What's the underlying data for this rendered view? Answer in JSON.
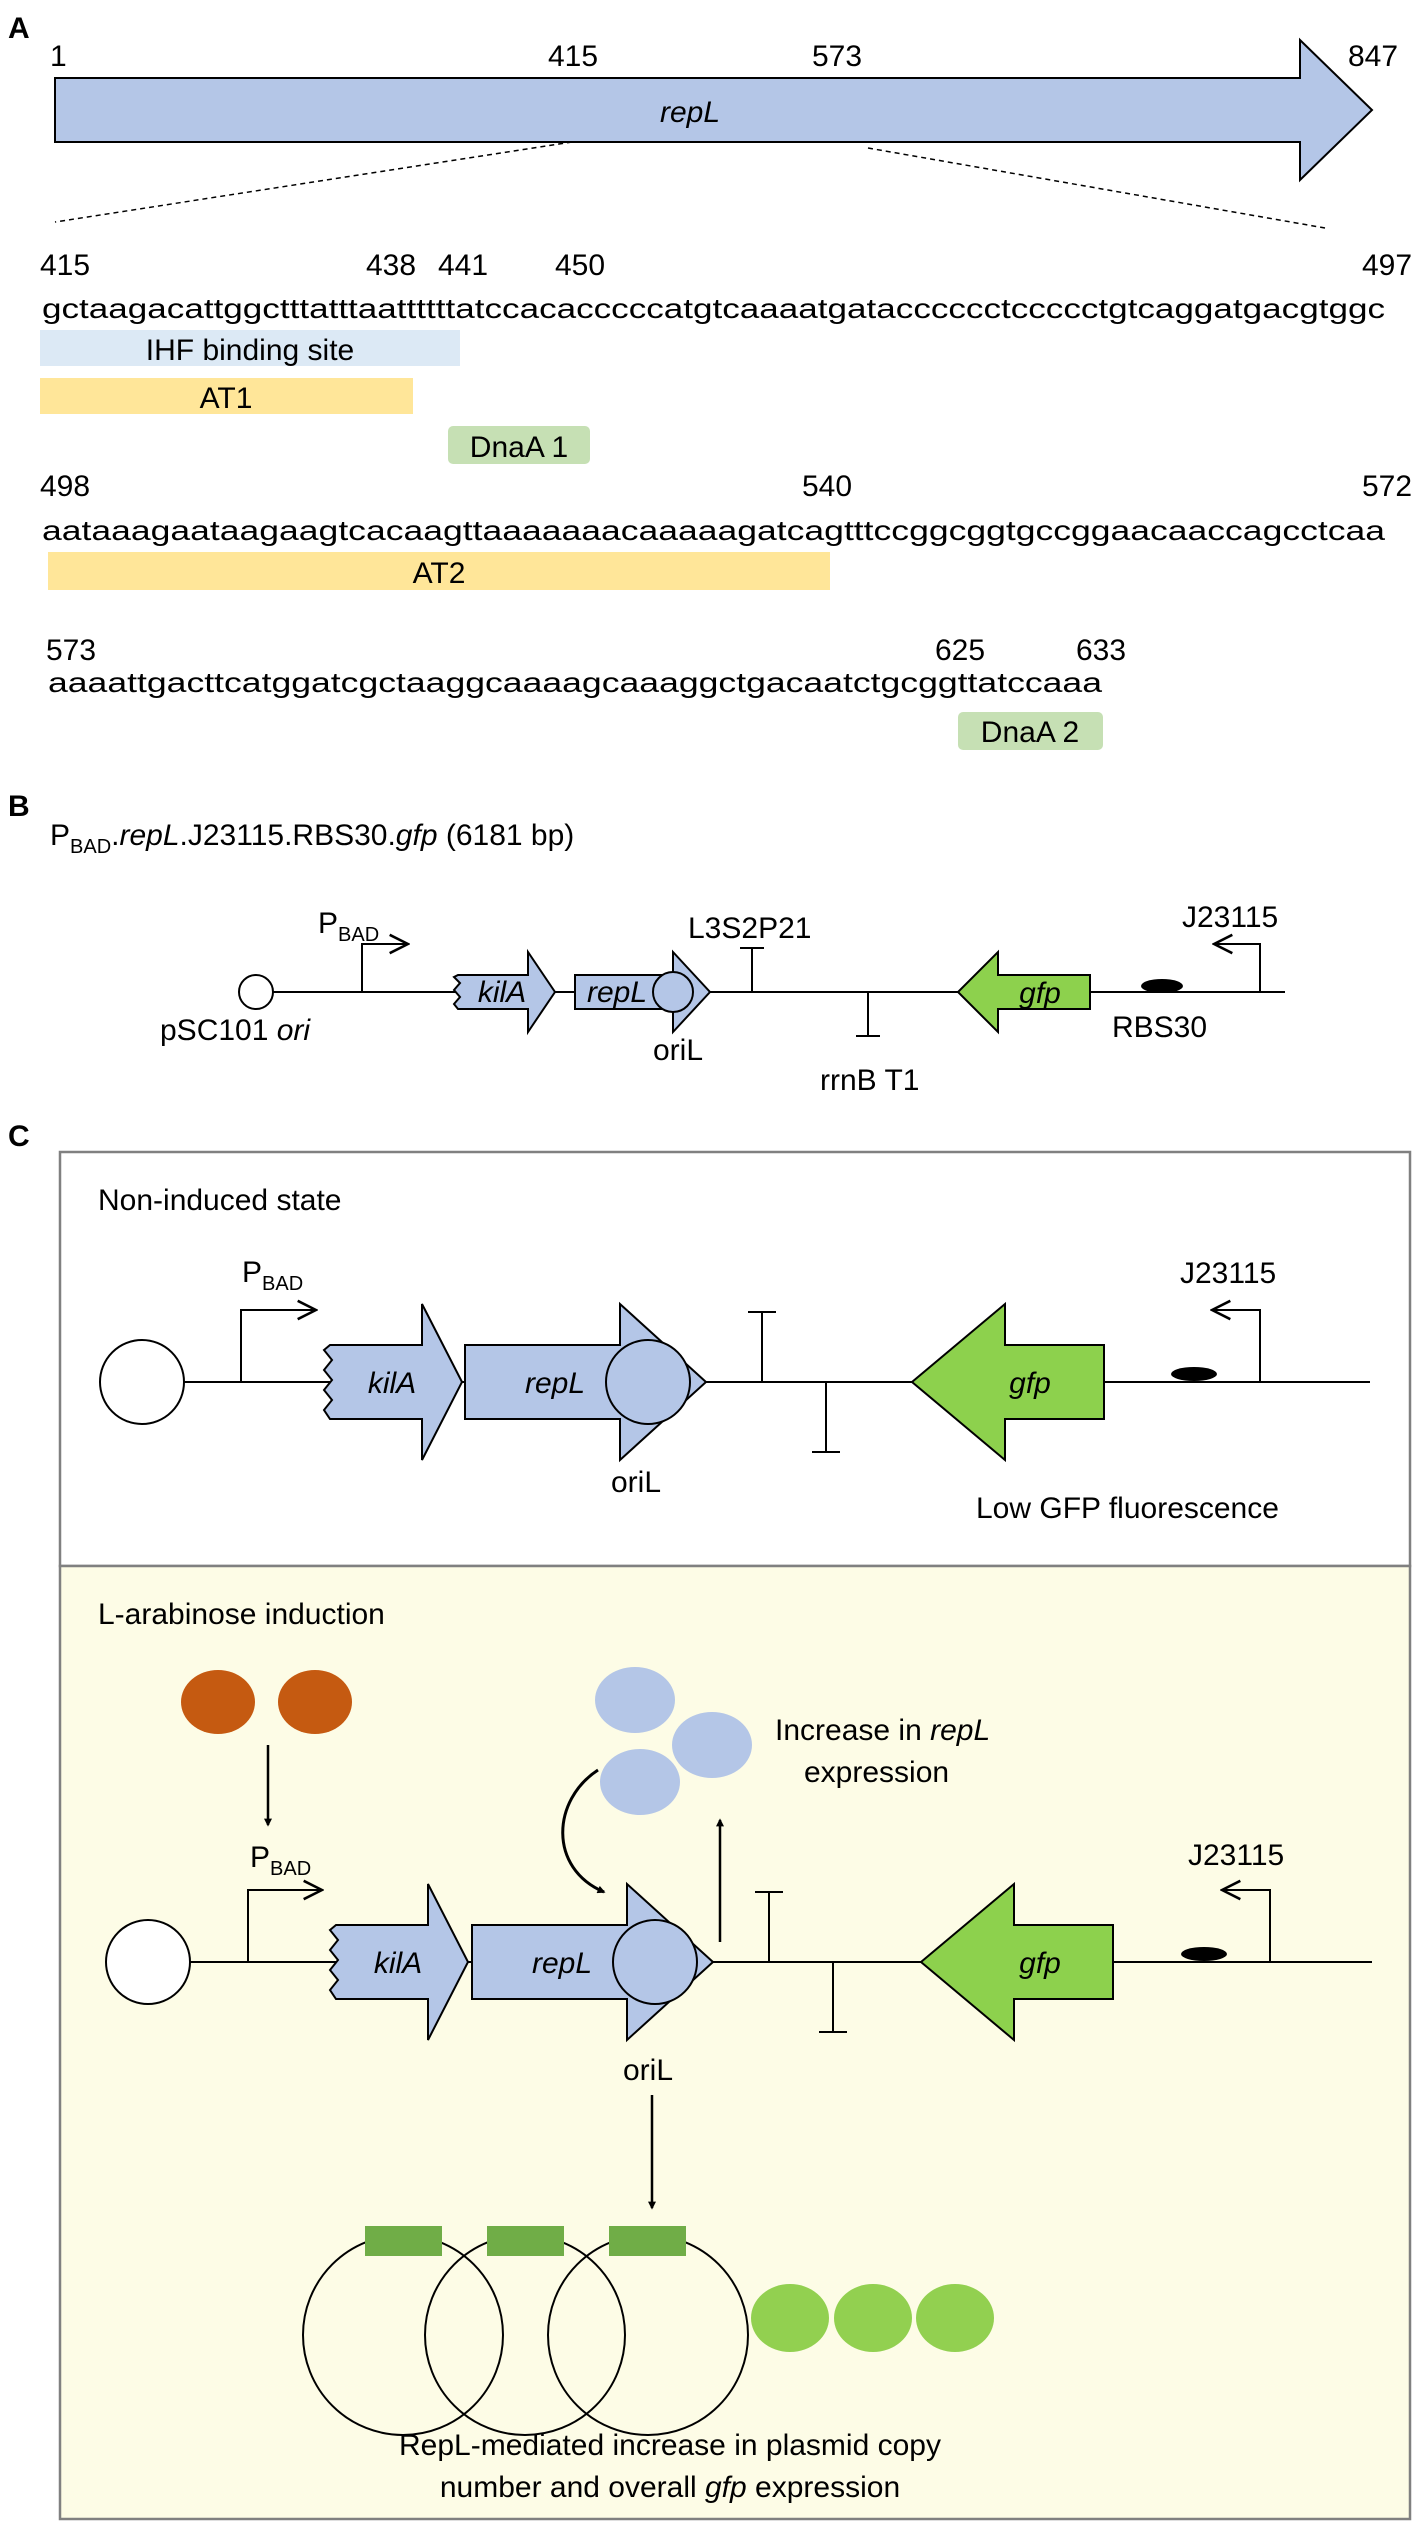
{
  "colors": {
    "gene_blue": "#b4c6e7",
    "gfp_green": "#8dd14d",
    "ihf_bg": "#dce9f5",
    "at_bg": "#ffe699",
    "dnaa_bg": "#c6e0b4",
    "induced_bg": "#fdfce6",
    "arabinose": "#c55a11",
    "repl_protein": "#b4c6e7",
    "gfp_protein": "#92d050",
    "plasmid_marker": "#70ad47"
  },
  "panel_a": {
    "label": "A",
    "gene": "repL",
    "pos_start": "1",
    "pos_415": "415",
    "pos_573": "573",
    "pos_end": "847",
    "rows": [
      {
        "seq": "gctaagacattggctttatttaattttttatccacacccccatgtcaaaatgatacccccctccccctgtcaggatgacgtggc",
        "numbers": [
          "415",
          "438",
          "441",
          "450",
          "497"
        ]
      },
      {
        "seq": "aataaagaataagaagtcacaagttaaaaaaacaaaaagatcagtttccggcggtgccggaacaaccagcctcaa",
        "numbers": [
          "498",
          "540",
          "572"
        ]
      },
      {
        "seq": "aaaattgacttcatggatcgctaaggcaaaagcaaaggctgacaatctgcggttatccaaa",
        "numbers": [
          "573",
          "625",
          "633"
        ]
      }
    ],
    "features": {
      "ihf": "IHF binding site",
      "at1": "AT1",
      "dnaa1": "DnaA 1",
      "at2": "AT2",
      "dnaa2": "DnaA 2"
    }
  },
  "panel_b": {
    "label": "B",
    "title_p": "P",
    "title_bad": "BAD",
    "title_dot1": ".",
    "title_repl": "repL",
    "title_mid": ".J23115.RBS30.",
    "title_gfp": "gfp",
    "title_size": " (6181 bp)",
    "ori_text": "pSC101 ",
    "ori_italic": "ori",
    "pbad_p": "P",
    "pbad_sub": "BAD",
    "kila": "kilA",
    "repl": "repL",
    "oril": "oriL",
    "term1": "L3S2P21",
    "term2": "rrnB T1",
    "gfp": "gfp",
    "rbs": "RBS30",
    "promoter2": "J23115"
  },
  "panel_c": {
    "label": "C",
    "state1": "Non-induced state",
    "state2": "L-arabinose induction",
    "pbad_p": "P",
    "pbad_sub": "BAD",
    "kila": "kilA",
    "repl": "repL",
    "oril": "oriL",
    "gfp": "gfp",
    "promoter2": "J23115",
    "low_gfp": "Low GFP fluorescence",
    "increase_1": "Increase in ",
    "increase_italic": "repL",
    "increase_2": "expression",
    "result_1": "RepL-mediated increase in plasmid copy",
    "result_2a": "number and overall ",
    "result_2_italic": "gfp",
    "result_2b": " expression"
  }
}
